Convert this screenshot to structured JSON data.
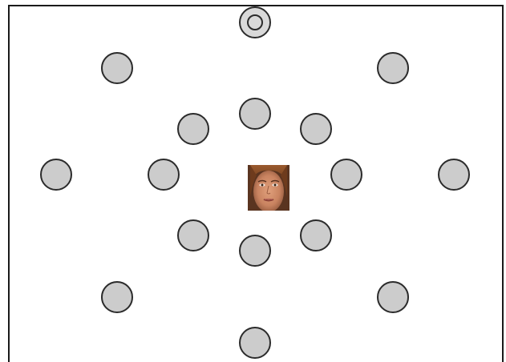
{
  "colors": {
    "target_fill": "#cccccc",
    "target_stroke": "#2b2b2b",
    "start_fill": "#d9d9d9",
    "background": "#ffffff",
    "frame": "#1a1a1a"
  },
  "stimulus": {
    "kind": "face-photo"
  },
  "targets": [
    {
      "id": "start",
      "type": "start"
    },
    {
      "id": "t1",
      "type": "target"
    },
    {
      "id": "t2",
      "type": "target"
    },
    {
      "id": "t3",
      "type": "target"
    },
    {
      "id": "t4",
      "type": "target"
    },
    {
      "id": "t5",
      "type": "target"
    },
    {
      "id": "t6",
      "type": "target"
    },
    {
      "id": "t7",
      "type": "target"
    },
    {
      "id": "t8",
      "type": "target"
    },
    {
      "id": "t9",
      "type": "target"
    },
    {
      "id": "t10",
      "type": "target"
    },
    {
      "id": "t11",
      "type": "target"
    },
    {
      "id": "t12",
      "type": "target"
    },
    {
      "id": "t13",
      "type": "target"
    },
    {
      "id": "t14",
      "type": "target"
    },
    {
      "id": "t15",
      "type": "target"
    },
    {
      "id": "t16",
      "type": "target"
    }
  ]
}
